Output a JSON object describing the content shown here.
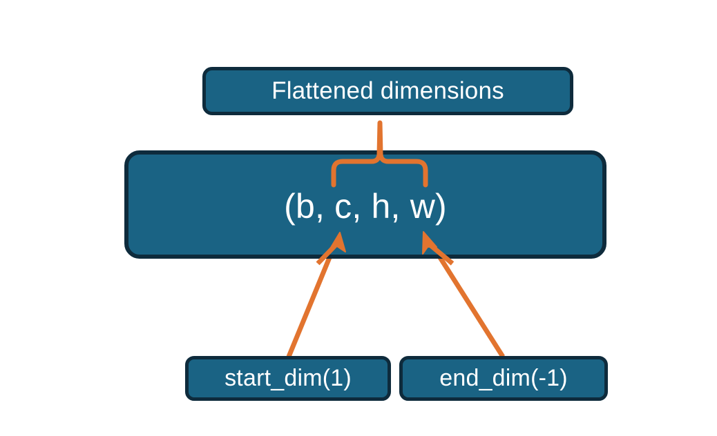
{
  "diagram": {
    "title": "Flatten dimensions diagram",
    "background_color": "#FFFFFF",
    "node_fill_color": "#1A6384",
    "node_border_color": "#0E2B3C",
    "node_text_color": "#FFFFFF",
    "connector_color": "#E2742F",
    "nodes": {
      "flattened": {
        "label": "Flattened dimensions"
      },
      "shape": {
        "label": "(b, c, h, w)"
      },
      "start_dim": {
        "label": "start_dim(1)"
      },
      "end_dim": {
        "label": "end_dim(-1)"
      }
    },
    "connectors": {
      "brace": {
        "name": "curly-brace-over-c-h-w"
      },
      "arrow_start": {
        "name": "arrow-start-dim-to-c"
      },
      "arrow_end": {
        "name": "arrow-end-dim-to-w"
      }
    }
  }
}
